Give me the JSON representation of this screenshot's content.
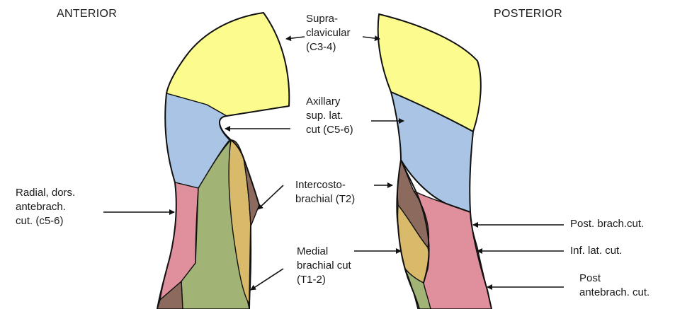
{
  "views": {
    "anterior_title": "ANTERIOR",
    "posterior_title": "POSTERIOR"
  },
  "labels": {
    "supraclavicular": [
      "Supra-",
      "clavicular",
      "(C3-4)"
    ],
    "axillary": [
      "Axillary",
      "sup. lat.",
      "cut (C5-6)"
    ],
    "intercostobrachial": [
      "Intercosto-",
      "brachial (T2)"
    ],
    "medial_brachial": [
      "Medial",
      "brachial cut",
      "(T1-2)"
    ],
    "radial_dors": [
      "Radial, dors.",
      "antebrach.",
      "cut. (c5-6)"
    ],
    "post_brach": "Post. brach.cut.",
    "inf_lat": "Inf. lat. cut.",
    "post_antebrach": [
      "Post",
      "antebrach. cut."
    ]
  },
  "colors": {
    "supraclavicular": "#fbfb8e",
    "axillary": "#a9c4e4",
    "radial": "#e0909d",
    "intercostobrachial": "#8c6a5d",
    "medial_brachial": "#d9b96a",
    "medial_antebrachial": "#a2b376",
    "outline": "#111111"
  }
}
